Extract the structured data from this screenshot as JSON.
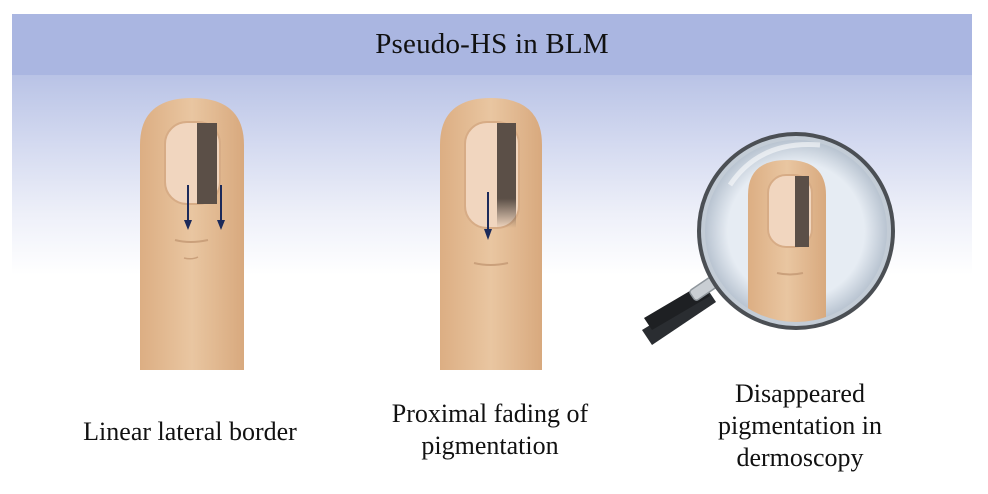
{
  "title": "Pseudo-HS in BLM",
  "colors": {
    "banner": "#aab6e1",
    "skin": "#e8c39d",
    "nail_bed": "#f1d6bf",
    "pigment_band": "#5b4f47",
    "arrow": "#1c2a5a"
  },
  "panels": [
    {
      "id": "linear-lateral-border",
      "caption_lines": [
        "Linear lateral border"
      ],
      "icons": [
        "finger-icon",
        "down-arrow-icon",
        "down-arrow-icon"
      ]
    },
    {
      "id": "proximal-fading",
      "caption_lines": [
        "Proximal fading of",
        "pigmentation"
      ],
      "icons": [
        "finger-icon",
        "down-arrow-icon"
      ]
    },
    {
      "id": "dermoscopy",
      "caption_lines": [
        "Disappeared",
        "pigmentation in",
        "dermoscopy"
      ],
      "icons": [
        "magnifier-icon",
        "finger-icon"
      ]
    }
  ]
}
